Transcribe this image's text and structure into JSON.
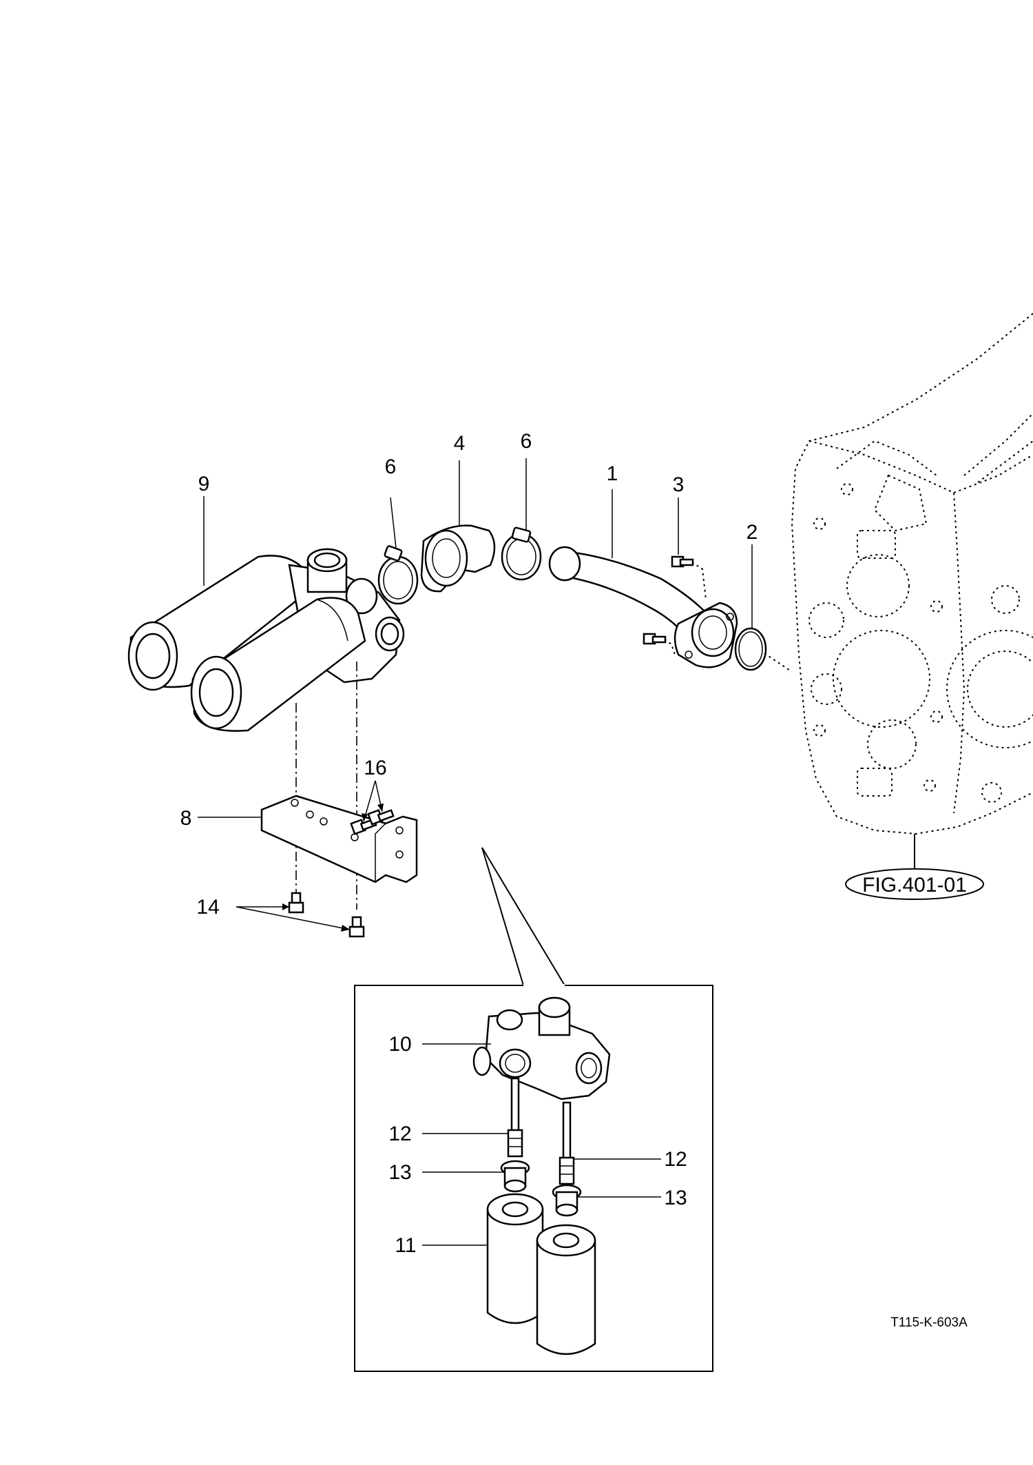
{
  "callouts": {
    "c1": "1",
    "c2": "2",
    "c3": "3",
    "c4": "4",
    "c6a": "6",
    "c6b": "6",
    "c8": "8",
    "c9": "9",
    "c10": "10",
    "c11": "11",
    "c12a": "12",
    "c12b": "12",
    "c13a": "13",
    "c13b": "13",
    "c14": "14",
    "c16": "16"
  },
  "figure_reference": "FIG.401-01",
  "drawing_id": "T115-K-603A"
}
